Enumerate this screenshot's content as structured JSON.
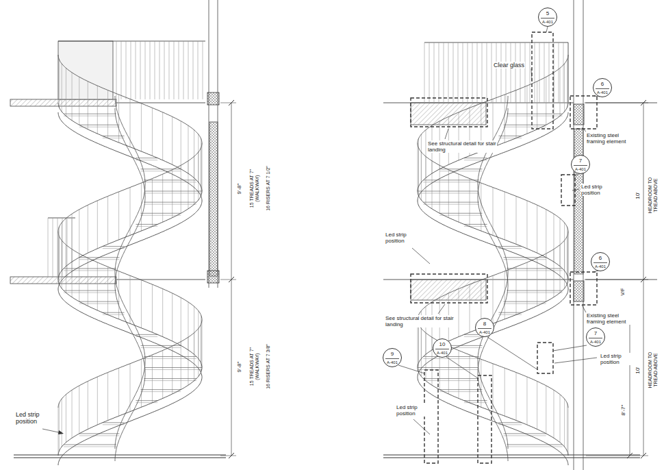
{
  "diagram": {
    "nodes": [
      {
        "text": [
          "5",
          "A-401"
        ]
      },
      {
        "text": [
          "6",
          "A-401"
        ]
      },
      {
        "text": [
          "7",
          "A-401"
        ]
      },
      {
        "text": [
          "6",
          "A-401"
        ]
      },
      {
        "text": [
          "7",
          "A-401"
        ]
      },
      {
        "text": [
          "8",
          "A-401"
        ]
      },
      {
        "text": [
          "10",
          "A-401"
        ]
      },
      {
        "text": [
          "9",
          "A-401"
        ]
      }
    ],
    "labels": [
      "9'-8\"",
      "15 TREADS AT 7\" (WALKWAY)",
      "16 RISERS AT 7 1/2\"",
      "9'-8\"",
      "15 TREADS AT 7\" (WALKWAY)",
      "16 RISERS AT 7 3/8\"",
      "Led strip position",
      "Clear glass",
      "See structural detail for stair landing",
      "Existing steel framing element",
      "Led strip position",
      "10'",
      "HEADROOM TO TREAD ABOVE",
      "Led strip position",
      "V/F",
      "See structural detail for stair landing",
      "Existing steel framing element",
      "Led strip position",
      "10'",
      "HEADROOM TO TREAD ABOVE",
      "8'-7\"",
      "Led strip position"
    ]
  }
}
